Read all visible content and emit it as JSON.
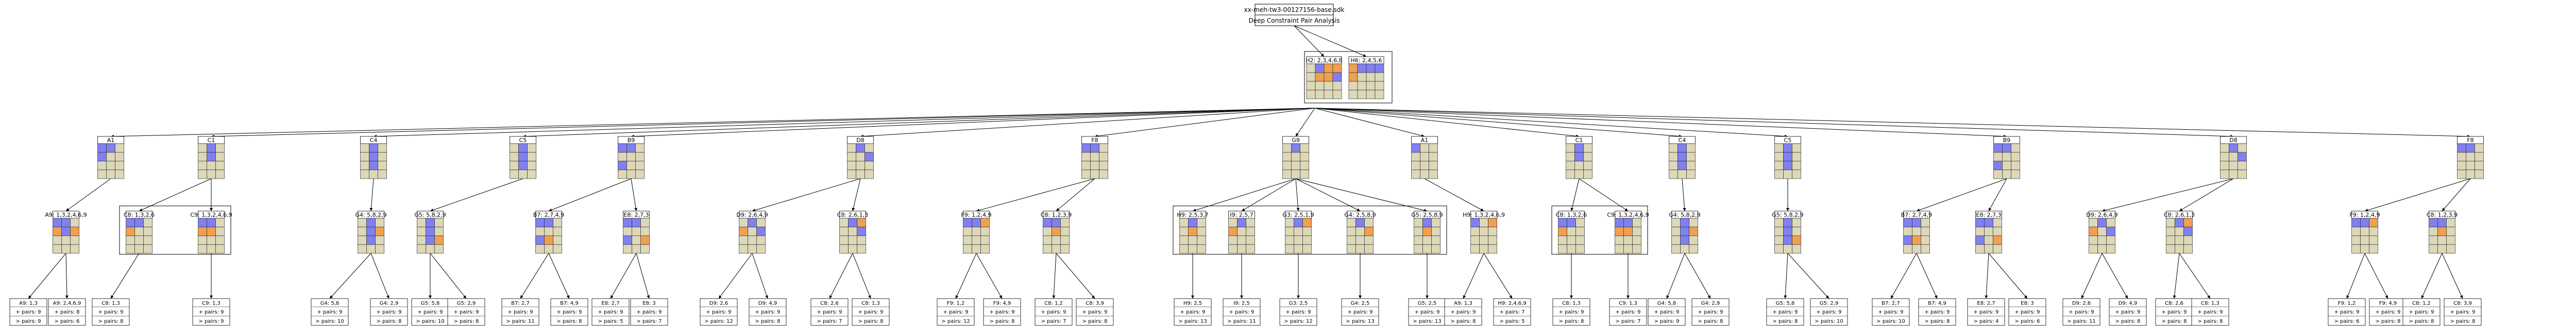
{
  "title": {
    "file": "xx-meh-tw3-00127156-base.sdk",
    "caption": "Deep Constraint Pair Analysis"
  },
  "colors": {
    "cell": "#ddd8b8",
    "blue": "#8080f0",
    "orange": "#f0a050",
    "gray": "#aaaaaa",
    "stroke": "#333333"
  },
  "cell_legend": "0 = empty, 1 = blue, 2 = orange, 3 = gray",
  "level1": [
    {
      "id": "L1a",
      "label": "H2: 2,3,4,6,8",
      "grid": [
        0,
        1,
        2,
        2,
        0,
        2,
        2,
        1,
        0,
        0,
        0,
        0,
        0,
        0,
        0,
        0
      ]
    },
    {
      "id": "L1b",
      "label": "H6: 2,4,5,6",
      "grid": [
        2,
        1,
        1,
        1,
        2,
        0,
        0,
        0,
        0,
        0,
        0,
        0,
        0,
        0,
        0,
        0
      ]
    }
  ],
  "level2": [
    {
      "id": "A1",
      "label": "A1",
      "grid": [
        1,
        1,
        0,
        1,
        0,
        0,
        0,
        0,
        0,
        0,
        0,
        0
      ]
    },
    {
      "id": "C1",
      "label": "C1",
      "grid": [
        0,
        1,
        0,
        0,
        1,
        0,
        0,
        0,
        0,
        0,
        0,
        0
      ]
    },
    {
      "id": "C4",
      "label": "C4",
      "grid": [
        0,
        1,
        0,
        0,
        1,
        0,
        0,
        1,
        0,
        0,
        0,
        0
      ]
    },
    {
      "id": "C5",
      "label": "C5",
      "grid": [
        0,
        1,
        0,
        0,
        1,
        0,
        0,
        1,
        0,
        0,
        0,
        0
      ]
    },
    {
      "id": "B9",
      "label": "B9",
      "grid": [
        1,
        1,
        0,
        0,
        0,
        0,
        1,
        0,
        0,
        0,
        0,
        0
      ]
    },
    {
      "id": "D8",
      "label": "D8",
      "grid": [
        0,
        1,
        0,
        0,
        0,
        1,
        0,
        0,
        0,
        0,
        0,
        0
      ]
    },
    {
      "id": "F8",
      "label": "F8",
      "grid": [
        1,
        1,
        0,
        0,
        0,
        0,
        0,
        0,
        0,
        0,
        0,
        0
      ]
    },
    {
      "id": "G9",
      "label": "G9",
      "grid": [
        0,
        1,
        0,
        0,
        0,
        0,
        0,
        0,
        0,
        0,
        0,
        0
      ]
    },
    {
      "id": "A1b",
      "label": "A1",
      "grid": [
        1,
        0,
        0,
        0,
        0,
        0,
        0,
        0,
        0,
        0,
        0,
        0
      ]
    },
    {
      "id": "C1b",
      "label": "C1",
      "grid": [
        0,
        1,
        0,
        0,
        1,
        0,
        0,
        0,
        0,
        0,
        0,
        0
      ]
    },
    {
      "id": "C4b",
      "label": "C4",
      "grid": [
        0,
        1,
        0,
        0,
        1,
        0,
        0,
        1,
        0,
        0,
        0,
        0
      ]
    },
    {
      "id": "C5b",
      "label": "C5",
      "grid": [
        0,
        1,
        0,
        0,
        1,
        0,
        0,
        1,
        0,
        0,
        0,
        0
      ]
    },
    {
      "id": "B9b",
      "label": "B9",
      "grid": [
        1,
        1,
        0,
        0,
        0,
        0,
        1,
        0,
        0,
        0,
        0,
        0
      ]
    },
    {
      "id": "D8b",
      "label": "D8",
      "grid": [
        0,
        1,
        0,
        0,
        0,
        1,
        0,
        0,
        0,
        0,
        0,
        0
      ]
    },
    {
      "id": "F8b",
      "label": "F8",
      "grid": [
        1,
        1,
        0,
        0,
        0,
        0,
        0,
        0,
        0,
        0,
        0,
        0
      ]
    }
  ],
  "level3": [
    {
      "label": "A9: 1,3,2,4,6,9",
      "parent": 0,
      "grid": [
        1,
        1,
        0,
        2,
        1,
        2,
        0,
        0,
        0,
        0,
        0,
        0
      ]
    },
    {
      "label": "C8: 1,3,2,6",
      "parent": 1,
      "grid": [
        1,
        1,
        0,
        2,
        0,
        0,
        0,
        0,
        0,
        0,
        0,
        0
      ]
    },
    {
      "label": "C9: 1,3,2,4,6,9",
      "parent": 1,
      "grid": [
        1,
        1,
        0,
        2,
        2,
        0,
        0,
        0,
        0,
        0,
        0,
        0
      ]
    },
    {
      "label": "G4: 5,8,2,9",
      "parent": 2,
      "grid": [
        0,
        1,
        0,
        0,
        1,
        2,
        0,
        1,
        0,
        0,
        0,
        0
      ]
    },
    {
      "label": "G5: 5,8,2,9",
      "parent": 3,
      "grid": [
        0,
        1,
        0,
        0,
        1,
        0,
        0,
        1,
        2,
        0,
        0,
        0
      ]
    },
    {
      "label": "B7: 2,7,4,9",
      "parent": 4,
      "grid": [
        1,
        1,
        0,
        0,
        0,
        0,
        1,
        2,
        0,
        0,
        0,
        0
      ]
    },
    {
      "label": "E8: 2,7,3",
      "parent": 4,
      "grid": [
        1,
        1,
        0,
        0,
        0,
        0,
        1,
        0,
        2,
        0,
        0,
        0
      ]
    },
    {
      "label": "D9: 2,6,4,9",
      "parent": 5,
      "grid": [
        0,
        1,
        0,
        2,
        0,
        1,
        0,
        0,
        0,
        0,
        0,
        0
      ]
    },
    {
      "label": "C8: 2,6,1,3",
      "parent": 5,
      "grid": [
        0,
        1,
        2,
        0,
        0,
        1,
        0,
        0,
        0,
        0,
        0,
        0
      ]
    },
    {
      "label": "F9: 1,2,4,9",
      "parent": 6,
      "grid": [
        1,
        1,
        2,
        0,
        0,
        0,
        0,
        0,
        0,
        0,
        0,
        0
      ]
    },
    {
      "label": "C8: 1,2,3,9",
      "parent": 6,
      "grid": [
        1,
        1,
        0,
        0,
        2,
        0,
        0,
        0,
        0,
        0,
        0,
        0
      ]
    },
    {
      "label": "H9: 2,5,3,7",
      "parent": 7,
      "grid": [
        0,
        1,
        0,
        0,
        2,
        0,
        0,
        0,
        0,
        0,
        0,
        0
      ]
    },
    {
      "label": "I9: 2,5,7",
      "parent": 7,
      "grid": [
        0,
        1,
        0,
        2,
        0,
        0,
        0,
        0,
        0,
        0,
        0,
        0
      ]
    },
    {
      "label": "G3: 2,5,1,9",
      "parent": 7,
      "grid": [
        0,
        1,
        2,
        0,
        0,
        0,
        0,
        0,
        0,
        0,
        0,
        0
      ]
    },
    {
      "label": "G4: 2,5,8,9",
      "parent": 7,
      "grid": [
        0,
        1,
        0,
        0,
        0,
        2,
        0,
        0,
        0,
        0,
        0,
        0
      ]
    },
    {
      "label": "G5: 2,5,8,9",
      "parent": 7,
      "grid": [
        0,
        1,
        0,
        0,
        2,
        0,
        0,
        0,
        0,
        0,
        0,
        0
      ]
    },
    {
      "label": "H9: 1,3,2,4,6,9",
      "parent": 8,
      "grid": [
        1,
        0,
        2,
        0,
        0,
        0,
        0,
        0,
        0,
        0,
        0,
        0
      ]
    },
    {
      "label": "C8: 1,3,2,6",
      "parent": 9,
      "grid": [
        1,
        1,
        0,
        2,
        0,
        0,
        0,
        0,
        0,
        0,
        0,
        0
      ]
    },
    {
      "label": "C9: 1,3,2,4,6,9",
      "parent": 9,
      "grid": [
        1,
        1,
        0,
        2,
        2,
        0,
        0,
        0,
        0,
        0,
        0,
        0
      ]
    },
    {
      "label": "G4: 5,8,2,9",
      "parent": 10,
      "grid": [
        0,
        1,
        0,
        0,
        1,
        2,
        0,
        1,
        0,
        0,
        0,
        0
      ]
    },
    {
      "label": "G5: 5,8,2,9",
      "parent": 11,
      "grid": [
        0,
        1,
        0,
        0,
        1,
        0,
        0,
        1,
        2,
        0,
        0,
        0
      ]
    },
    {
      "label": "B7: 2,7,4,9",
      "parent": 12,
      "grid": [
        1,
        1,
        0,
        0,
        0,
        0,
        1,
        2,
        0,
        0,
        0,
        0
      ]
    },
    {
      "label": "E8: 2,7,3",
      "parent": 12,
      "grid": [
        1,
        1,
        0,
        0,
        0,
        0,
        1,
        0,
        2,
        0,
        0,
        0
      ]
    },
    {
      "label": "D9: 2,6,4,9",
      "parent": 13,
      "grid": [
        0,
        1,
        0,
        2,
        0,
        1,
        0,
        0,
        0,
        0,
        0,
        0
      ]
    },
    {
      "label": "C8: 2,6,1,3",
      "parent": 13,
      "grid": [
        0,
        1,
        2,
        0,
        0,
        1,
        0,
        0,
        0,
        0,
        0,
        0
      ]
    },
    {
      "label": "F9: 1,2,4,9",
      "parent": 14,
      "grid": [
        1,
        1,
        2,
        0,
        0,
        0,
        0,
        0,
        0,
        0,
        0,
        0
      ]
    },
    {
      "label": "C8: 1,2,3,9",
      "parent": 14,
      "grid": [
        1,
        1,
        0,
        0,
        2,
        0,
        0,
        0,
        0,
        0,
        0,
        0
      ]
    }
  ],
  "level3_groups": [
    [
      1,
      2
    ],
    [
      11,
      15
    ],
    [
      17,
      18
    ]
  ],
  "level4": [
    {
      "label": "A9: 1,3",
      "pairs": "pairs: 9",
      "pairs2": "pairs: 9",
      "parent": 0
    },
    {
      "label": "A9: 2,4,6,9",
      "pairs": "pairs: 8",
      "pairs2": "pairs: 6",
      "parent": 0
    },
    {
      "label": "C8: 1,3",
      "pairs": "pairs: 9",
      "pairs2": "pairs: 8",
      "parent": 1
    },
    {
      "label": "C9: 1,3",
      "pairs": "pairs: 9",
      "pairs2": "pairs: 9",
      "parent": 2
    },
    {
      "label": "G4: 5,8",
      "pairs": "pairs: 9",
      "pairs2": "pairs: 10",
      "parent": 3
    },
    {
      "label": "G4: 2,9",
      "pairs": "pairs: 9",
      "pairs2": "pairs: 8",
      "parent": 3
    },
    {
      "label": "G5: 5,8",
      "pairs": "pairs: 9",
      "pairs2": "pairs: 10",
      "parent": 4
    },
    {
      "label": "G5: 2,9",
      "pairs": "pairs: 9",
      "pairs2": "pairs: 8",
      "parent": 4
    },
    {
      "label": "B7: 2,7",
      "pairs": "pairs: 9",
      "pairs2": "pairs: 11",
      "parent": 5
    },
    {
      "label": "B7: 4,9",
      "pairs": "pairs: 9",
      "pairs2": "pairs: 8",
      "parent": 5
    },
    {
      "label": "E8: 2,7",
      "pairs": "pairs: 9",
      "pairs2": "pairs: 5",
      "parent": 6
    },
    {
      "label": "E8: 3",
      "pairs": "pairs: 9",
      "pairs2": "pairs: 7",
      "parent": 6
    },
    {
      "label": "D9: 2,6",
      "pairs": "pairs: 9",
      "pairs2": "pairs: 12",
      "parent": 7
    },
    {
      "label": "D9: 4,9",
      "pairs": "pairs: 9",
      "pairs2": "pairs: 8",
      "parent": 7
    },
    {
      "label": "C8: 2,6",
      "pairs": "pairs: 9",
      "pairs2": "pairs: 7",
      "parent": 8
    },
    {
      "label": "C8: 1,3",
      "pairs": "pairs: 9",
      "pairs2": "pairs: 8",
      "parent": 8
    },
    {
      "label": "F9: 1,2",
      "pairs": "pairs: 9",
      "pairs2": "pairs: 12",
      "parent": 9
    },
    {
      "label": "F9: 4,9",
      "pairs": "pairs: 9",
      "pairs2": "pairs: 8",
      "parent": 9
    },
    {
      "label": "C8: 1,2",
      "pairs": "pairs: 9",
      "pairs2": "pairs: 7",
      "parent": 10
    },
    {
      "label": "C8: 3,9",
      "pairs": "pairs: 9",
      "pairs2": "pairs: 8",
      "parent": 10
    },
    {
      "label": "H9: 2,5",
      "pairs": "pairs: 9",
      "pairs2": "pairs: 13",
      "parent": 11
    },
    {
      "label": "I9: 2,5",
      "pairs": "pairs: 9",
      "pairs2": "pairs: 11",
      "parent": 12
    },
    {
      "label": "G3: 2,5",
      "pairs": "pairs: 9",
      "pairs2": "pairs: 12",
      "parent": 13
    },
    {
      "label": "G4: 2,5",
      "pairs": "pairs: 9",
      "pairs2": "pairs: 13",
      "parent": 14
    },
    {
      "label": "G5: 2,5",
      "pairs": "pairs: 9",
      "pairs2": "pairs: 13",
      "parent": 15
    },
    {
      "label": "A9: 1,3",
      "pairs": "pairs: 9",
      "pairs2": "pairs: 8",
      "parent": 16
    },
    {
      "label": "H9: 2,4,6,9",
      "pairs": "pairs: 7",
      "pairs2": "pairs: 5",
      "parent": 16
    },
    {
      "label": "C8: 1,3",
      "pairs": "pairs: 9",
      "pairs2": "pairs: 8",
      "parent": 17
    },
    {
      "label": "C9: 1,3",
      "pairs": "pairs: 9",
      "pairs2": "pairs: 7",
      "parent": 18
    },
    {
      "label": "G4: 5,8",
      "pairs": "pairs: 9",
      "pairs2": "pairs: 9",
      "parent": 19
    },
    {
      "label": "G4: 2,9",
      "pairs": "pairs: 9",
      "pairs2": "pairs: 8",
      "parent": 19
    },
    {
      "label": "G5: 5,8",
      "pairs": "pairs: 9",
      "pairs2": "pairs: 8",
      "parent": 20
    },
    {
      "label": "G5: 2,9",
      "pairs": "pairs: 9",
      "pairs2": "pairs: 10",
      "parent": 20
    },
    {
      "label": "B7: 2,7",
      "pairs": "pairs: 9",
      "pairs2": "pairs: 10",
      "parent": 21
    },
    {
      "label": "B7: 4,9",
      "pairs": "pairs: 9",
      "pairs2": "pairs: 8",
      "parent": 21
    },
    {
      "label": "E8: 2,7",
      "pairs": "pairs: 9",
      "pairs2": "pairs: 4",
      "parent": 22
    },
    {
      "label": "E8: 3",
      "pairs": "pairs: 9",
      "pairs2": "pairs: 6",
      "parent": 22
    },
    {
      "label": "D9: 2,6",
      "pairs": "pairs: 9",
      "pairs2": "pairs: 11",
      "parent": 23
    },
    {
      "label": "D9: 4,9",
      "pairs": "pairs: 9",
      "pairs2": "pairs: 8",
      "parent": 23
    },
    {
      "label": "C8: 2,6",
      "pairs": "pairs: 9",
      "pairs2": "pairs: 8",
      "parent": 24
    },
    {
      "label": "C8: 1,3",
      "pairs": "pairs: 9",
      "pairs2": "pairs: 8",
      "parent": 24
    },
    {
      "label": "F9: 1,2",
      "pairs": "pairs: 9",
      "pairs2": "pairs: 6",
      "parent": 25
    },
    {
      "label": "F9: 4,9",
      "pairs": "pairs: 9",
      "pairs2": "pairs: 8",
      "parent": 25
    },
    {
      "label": "C8: 1,2",
      "pairs": "pairs: 9",
      "pairs2": "pairs: 8",
      "parent": 26
    },
    {
      "label": "C8: 3,9",
      "pairs": "pairs: 9",
      "pairs2": "pairs: 8",
      "parent": 26
    }
  ]
}
